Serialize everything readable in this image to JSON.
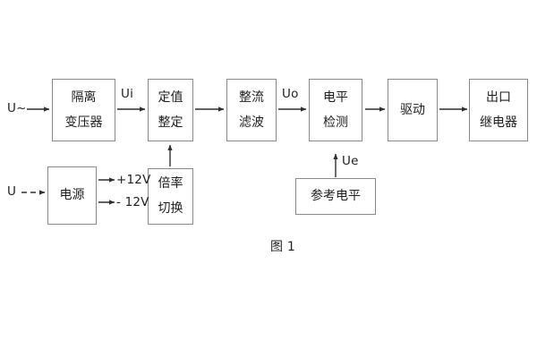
{
  "figure": {
    "caption": "图 1",
    "background": "#ffffff",
    "box_border_color": "#8a8a8a",
    "text_color": "#1f1f1f",
    "line_color": "#3a3a3a"
  },
  "signal_chain": {
    "input_label": "U~",
    "blocks": [
      {
        "id": "isolation-transformer",
        "lines": [
          "隔离",
          "变压器"
        ]
      },
      {
        "id": "setting-value",
        "lines": [
          "定值",
          "整定"
        ]
      },
      {
        "id": "rectify-filter",
        "lines": [
          "整流",
          "滤波"
        ]
      },
      {
        "id": "level-detect",
        "lines": [
          "电平",
          "检测"
        ]
      },
      {
        "id": "drive",
        "lines": [
          "驱动"
        ]
      },
      {
        "id": "output-relay",
        "lines": [
          "出口",
          "继电器"
        ]
      }
    ],
    "inter_labels": {
      "ui": "Ui",
      "uo": "Uo"
    }
  },
  "power_section": {
    "input_label": "U",
    "block": {
      "id": "power-supply",
      "lines": [
        "电源"
      ]
    },
    "outputs": [
      "+12V",
      "- 12V"
    ],
    "multiplier_block": {
      "id": "multiplier-switch",
      "lines": [
        "倍率",
        "切换"
      ]
    }
  },
  "reference_section": {
    "block": {
      "id": "reference-level",
      "lines": [
        "参考电平"
      ]
    },
    "signal_label": "Ue"
  }
}
